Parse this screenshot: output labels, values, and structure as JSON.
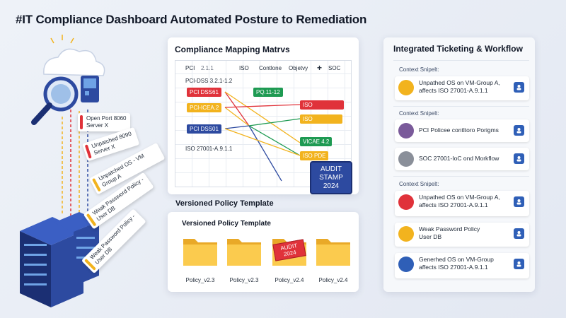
{
  "page": {
    "title": "#IT Compliance Dashboard Automated Posture to Remediation"
  },
  "colors": {
    "red": "#e0323a",
    "yellow": "#f2b31e",
    "blue": "#2d4aa0",
    "green": "#1e9a52",
    "accent": "#2f5fb7"
  },
  "alerts": [
    {
      "text": "Open Port 8060\nServer X",
      "color": "#e0323a"
    },
    {
      "text": "Unpatched 8090\nServer X",
      "color": "#e0323a"
    },
    {
      "text": "Unpatched OS - VM Group A",
      "color": "#f2b31e"
    },
    {
      "text": "Weak Password Policy -\nUser DB",
      "color": "#f2b31e"
    },
    {
      "text": "Weak Password Policy -\nUser DB",
      "color": "#f2b31e"
    }
  ],
  "mapping": {
    "title": "Compliance Mapping Matrvs",
    "headers": [
      "PCI",
      "ISO",
      "Contlone",
      "Objetvy",
      "+",
      "SOC"
    ],
    "header_extra": "2.1.1",
    "row_labels": [
      "PCI-DSS 3.2.1-1.2",
      "ISO 27001-A.9.1.1"
    ],
    "left_chips": [
      {
        "text": "PCI DSS61",
        "color": "#e0323a"
      },
      {
        "text": "PCI-ICEA.2",
        "color": "#f2b31e"
      },
      {
        "text": "PCI DSS01",
        "color": "#2d4aa0"
      }
    ],
    "right_chips": [
      {
        "text": "PQ.11-12",
        "color": "#1e9a52"
      },
      {
        "text": "ISO",
        "color": "#e0323a"
      },
      {
        "text": "ISO",
        "color": "#f2b31e"
      },
      {
        "text": "VICAE 4.2",
        "color": "#1e9a52"
      },
      {
        "text": "ISO PDE",
        "color": "#f2b31e"
      }
    ],
    "stamp": "AUDIT\nSTAMP\n2024"
  },
  "versioned_heading": "Versioned Policy Template",
  "template": {
    "title": "Versioned Policy Template",
    "folders": [
      {
        "label": "Policy_v2.3",
        "stamp": ""
      },
      {
        "label": "Policy_v2.3",
        "stamp": ""
      },
      {
        "label": "Policy_v2.4",
        "stamp": "AUDIT\n2024"
      },
      {
        "label": "Policy_v2.4",
        "stamp": ""
      }
    ]
  },
  "tickets": {
    "title": "Integrated Ticketing & Workflow",
    "context_label": "Context Snipelt:",
    "items": [
      {
        "text": "Unpathed OS on VM-Group A,\naffects ISO 27001-A.9.1.1",
        "avatar": "#f2b31e"
      },
      {
        "text": "PCI Policee contltoro Porigms",
        "avatar": "#7a5a9a"
      },
      {
        "text": "SOC 27001-IoC ond Morkflow",
        "avatar": "#8a8f99"
      },
      {
        "text": "Unpathed OS on VM-Group A,\naffects ISO 27001-A.9.1.1",
        "avatar": "#e0323a"
      },
      {
        "text": "Weak Password Policy\nUser DB",
        "avatar": "#f2b31e"
      },
      {
        "text": "Generhed OS on VM-Group\naffects ISO 27001-A.9.1.1",
        "avatar": "#2f5fb7"
      }
    ]
  }
}
